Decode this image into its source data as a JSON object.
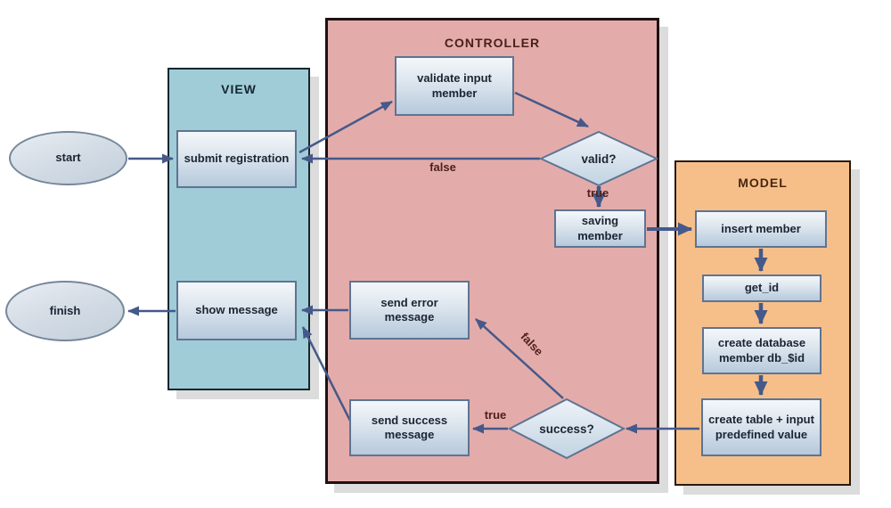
{
  "sections": {
    "view": {
      "title": "VIEW"
    },
    "controller": {
      "title": "CONTROLLER"
    },
    "model": {
      "title": "MODEL"
    }
  },
  "terminals": {
    "start": {
      "label": "start"
    },
    "finish": {
      "label": "finish"
    }
  },
  "nodes": {
    "submit_registration": {
      "label": "submit registration"
    },
    "show_message": {
      "label": "show message"
    },
    "validate_input_member": {
      "label": "validate input member"
    },
    "valid_decision": {
      "label": "valid?"
    },
    "saving_member": {
      "label": "saving member"
    },
    "send_error_message": {
      "label": "send error message"
    },
    "send_success_message": {
      "label": "send success message"
    },
    "success_decision": {
      "label": "success?"
    },
    "insert_member": {
      "label": "insert member"
    },
    "get_id": {
      "label": "get_id"
    },
    "create_database_member": {
      "label": "create database member db_$id"
    },
    "create_table_input": {
      "label": "create table + input predefined value"
    }
  },
  "edges": [
    {
      "from": "start",
      "to": "submit registration",
      "label": ""
    },
    {
      "from": "submit registration",
      "to": "validate input member",
      "label": ""
    },
    {
      "from": "valid?",
      "to": "submit registration",
      "label": "false"
    },
    {
      "from": "validate input member",
      "to": "valid?",
      "label": ""
    },
    {
      "from": "valid?",
      "to": "saving member",
      "label": "true"
    },
    {
      "from": "saving member",
      "to": "insert member",
      "label": ""
    },
    {
      "from": "insert member",
      "to": "get_id",
      "label": ""
    },
    {
      "from": "get_id",
      "to": "create database member db_$id",
      "label": ""
    },
    {
      "from": "create database member db_$id",
      "to": "create table + input predefined value",
      "label": ""
    },
    {
      "from": "create table + input predefined value",
      "to": "success?",
      "label": ""
    },
    {
      "from": "success?",
      "to": "send success message",
      "label": "true"
    },
    {
      "from": "success?",
      "to": "send error message",
      "label": "false"
    },
    {
      "from": "send error message",
      "to": "show message",
      "label": ""
    },
    {
      "from": "send success message",
      "to": "show message",
      "label": ""
    },
    {
      "from": "show message",
      "to": "finish",
      "label": ""
    }
  ],
  "colors": {
    "view_fill": "#a0ccd8",
    "controller_fill": "#e3acaa",
    "model_fill": "#f6bf8a",
    "view_title": "#142630",
    "controller_title": "#47201e",
    "model_title": "#46280f",
    "node_border": "#5e7492",
    "node_text": "#1b2433",
    "arrow_color": "#45598a",
    "edge_label_color": "#4e201c",
    "shadow_color": "#dcdcdc"
  }
}
